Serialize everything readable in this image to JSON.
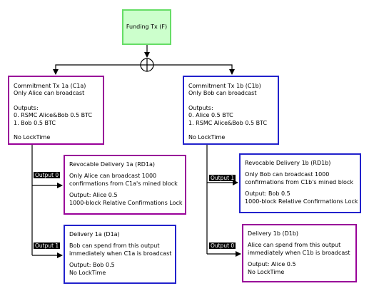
{
  "funding": {
    "title": "Funding Tx (F)"
  },
  "c1a": {
    "title": "Commitment Tx 1a (C1a)",
    "subtitle": "Only Alice can broadcast",
    "outputs_header": "Outputs:",
    "output0": "0. RSMC Alice&Bob 0.5 BTC",
    "output1": "1. Bob 0.5 BTC",
    "locktime": "No LockTime"
  },
  "c1b": {
    "title": "Commitment Tx 1b (C1b)",
    "subtitle": "Only Bob can broadcast",
    "outputs_header": "Outputs:",
    "output0": "0. Alice 0.5 BTC",
    "output1": "1. RSMC Alice&Bob 0.5 BTC",
    "locktime": "No LockTime"
  },
  "rd1a": {
    "title": "Revocable Delivery 1a (RD1a)",
    "line1": "Only Alice can broadcast 1000",
    "line2": "confirmations from C1a's mined block",
    "output": "Output: Alice 0.5",
    "lock": "1000-block Relative Confirmations Lock"
  },
  "d1a": {
    "title": "Delivery 1a (D1a)",
    "line1": "Bob can spend from this output",
    "line2": "immediately when C1a is broadcast",
    "output": "Output: Bob 0.5",
    "locktime": "No LockTime"
  },
  "rd1b": {
    "title": "Revocable Delivery 1b (RD1b)",
    "line1": "Only Bob can broadcast 1000",
    "line2": "confirmations from C1b's mined block",
    "output": "Output: Bob 0.5",
    "lock": "1000-block Relative Confirmations Lock"
  },
  "d1b": {
    "title": "Delivery 1b (D1b)",
    "line1": "Alice can spend from this output",
    "line2": "immediately when C1b is broadcast",
    "output": "Output: Alice 0.5",
    "locktime": "No LockTime"
  },
  "labels": {
    "left_output0": "Output 0",
    "left_output1": "Output 1",
    "right_output1": "Output 1",
    "right_output0": "Output 0"
  },
  "colors": {
    "purple": "#990099",
    "blue": "#2222cc",
    "green_fill": "#ccffcc",
    "green_border": "#66dd66"
  }
}
